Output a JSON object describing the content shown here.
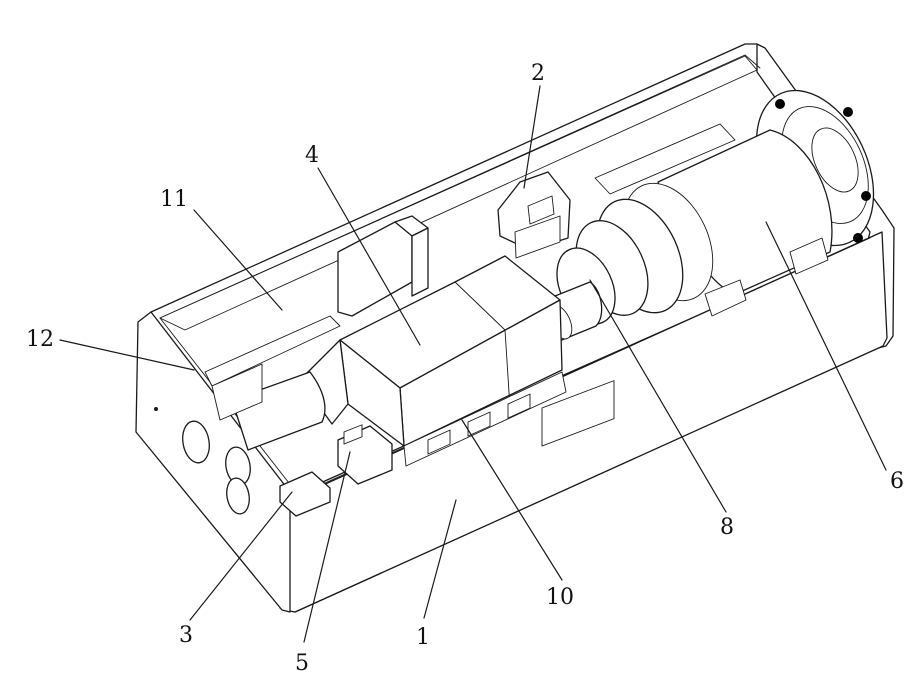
{
  "figure": {
    "labels": [
      {
        "id": "label-1",
        "text": "1"
      },
      {
        "id": "label-2",
        "text": "2"
      },
      {
        "id": "label-3",
        "text": "3"
      },
      {
        "id": "label-4",
        "text": "4"
      },
      {
        "id": "label-5",
        "text": "5"
      },
      {
        "id": "label-6",
        "text": "6"
      },
      {
        "id": "label-8",
        "text": "8"
      },
      {
        "id": "label-10",
        "text": "10"
      },
      {
        "id": "label-11",
        "text": "11"
      },
      {
        "id": "label-12",
        "text": "12"
      }
    ]
  }
}
